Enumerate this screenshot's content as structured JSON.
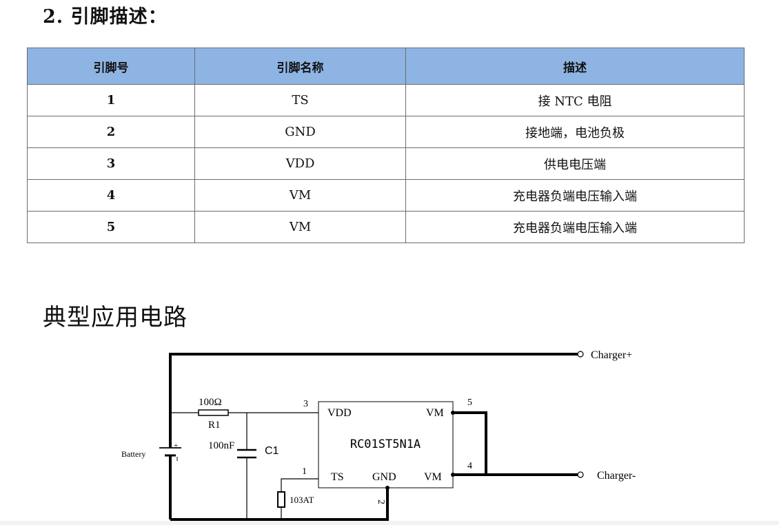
{
  "section_title": "2. 引脚描述：",
  "table": {
    "headers": [
      "引脚号",
      "引脚名称",
      "描述"
    ],
    "rows": [
      [
        "1",
        "TS",
        "接 NTC 电阻"
      ],
      [
        "2",
        "GND",
        "接地端，电池负极"
      ],
      [
        "3",
        "VDD",
        "供电电压端"
      ],
      [
        "4",
        "VM",
        "充电器负端电压输入端"
      ],
      [
        "5",
        "VM",
        "充电器负端电压输入端"
      ]
    ]
  },
  "circuit_title": "典型应用电路",
  "circuit": {
    "charger_plus": "Charger+",
    "charger_minus": "Charger-",
    "battery": "Battery",
    "battery_plus": "+",
    "resistor_value": "100Ω",
    "resistor_name": "R1",
    "cap_value": "100nF",
    "cap_name": "C1",
    "chip_name": "RC01ST5N1A",
    "pin_vdd": "VDD",
    "pin_vm_top": "VM",
    "pin_ts": "TS",
    "pin_gnd": "GND",
    "pin_vm_bottom": "VM",
    "pin_num_3": "3",
    "pin_num_5": "5",
    "pin_num_1": "1",
    "pin_num_4": "4",
    "pin_num_2": "2",
    "ntc": "103AT"
  }
}
